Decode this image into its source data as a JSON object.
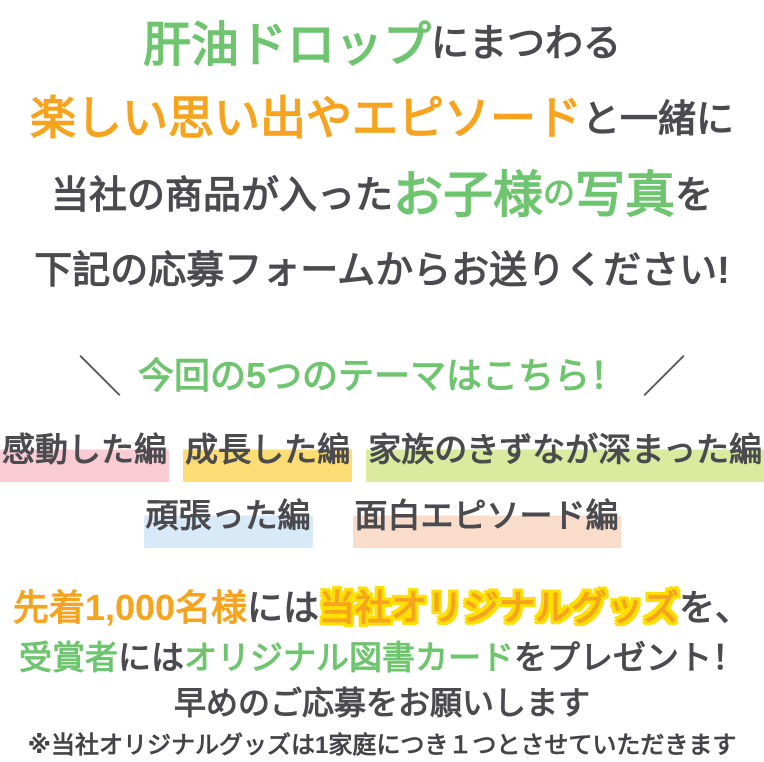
{
  "colors": {
    "background": "#ffffff",
    "green": "#6fc46f",
    "orange": "#f6a41e",
    "yellow_outline": "#ffdf00",
    "gray_text": "#4a4a4f",
    "highlight_pink": "#f9ccd3",
    "highlight_yellow": "#fbdc75",
    "highlight_green": "#dcea9f",
    "highlight_blue": "#d8eaf7",
    "highlight_salmon": "#fadcca"
  },
  "headline": {
    "line1": {
      "em": "肝油ドロップ",
      "rest": "にまつわる"
    },
    "line2": {
      "em": "楽しい思い出やエピソード",
      "rest": "と一緒に"
    },
    "line3": {
      "pre": "当社の商品が入った",
      "em1": "お子様",
      "mid": "の",
      "em2": "写真",
      "post": "を"
    },
    "line4": "下記の応募フォームからお送りください!"
  },
  "themes": {
    "slash_left": "＼",
    "heading": "今回の5つのテーマはこちら！",
    "slash_right": "／",
    "row1": [
      {
        "label": "感動した編",
        "highlight": "#f9ccd3"
      },
      {
        "label": "成長した編",
        "highlight": "#fbdc75"
      },
      {
        "label": "家族のきずなが深まった編",
        "highlight": "#dcea9f"
      }
    ],
    "row2": [
      {
        "label": "頑張った編",
        "highlight": "#d8eaf7"
      },
      {
        "label": "面白エピソード編",
        "highlight": "#fadcca"
      }
    ]
  },
  "offer": {
    "line1": {
      "em1": "先着1,000名様",
      "mid": "には",
      "em2": "当社オリジナルグッズ",
      "post": "を、"
    },
    "line2": {
      "em1": "受賞者",
      "mid": "には",
      "em2": "オリジナル図書カード",
      "post": "をプレゼント！"
    },
    "line3": "早めのご応募をお願いします",
    "note": "※当社オリジナルグッズは1家庭につき１つとさせていただきます"
  }
}
